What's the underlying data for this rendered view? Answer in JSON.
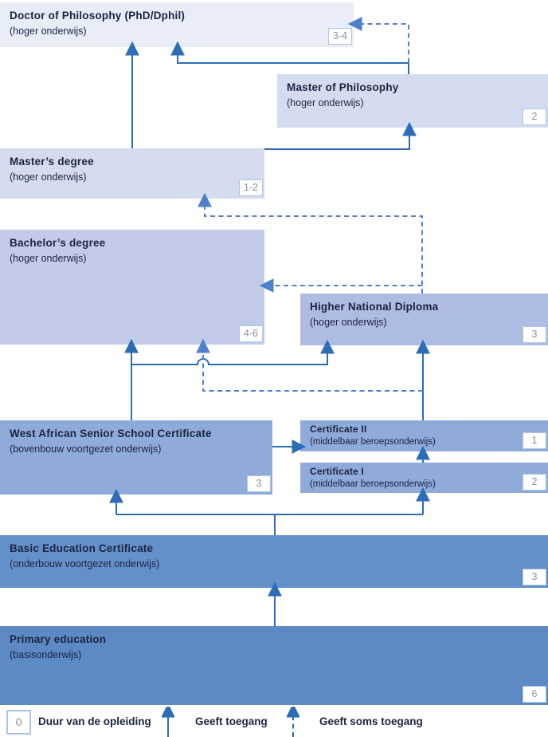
{
  "diagram": {
    "boxes": [
      {
        "id": "phd",
        "title": "Doctor of Philosophy (PhD/Dphil)",
        "subtitle": "(hoger onderwijs)",
        "duration": "3-4"
      },
      {
        "id": "mphil",
        "title": "Master of Philosophy",
        "subtitle": "(hoger onderwijs)",
        "duration": "2"
      },
      {
        "id": "masters",
        "title": "Master’s degree",
        "subtitle": "(hoger onderwijs)",
        "duration": "1-2"
      },
      {
        "id": "bachelors",
        "title": "Bachelor’s degree",
        "subtitle": "(hoger onderwijs)",
        "duration": "4-6"
      },
      {
        "id": "hnd",
        "title": "Higher National Diploma",
        "subtitle": "(hoger onderwijs)",
        "duration": "3"
      },
      {
        "id": "wassc",
        "title": "West African Senior School Certificate",
        "subtitle": "(bovenbouw voortgezet onderwijs)",
        "duration": "3"
      },
      {
        "id": "cert2",
        "title": "Certificate II",
        "subtitle": "(middelbaar beroepsonderwijs)",
        "duration": "1"
      },
      {
        "id": "cert1",
        "title": "Certificate I",
        "subtitle": "(middelbaar beroepsonderwijs)",
        "duration": "2"
      },
      {
        "id": "basic",
        "title": "Basic Education Certificate",
        "subtitle": "(onderbouw voortgezet onderwijs)",
        "duration": "3"
      },
      {
        "id": "primary",
        "title": "Primary education",
        "subtitle": "(basisonderwijs)",
        "duration": "6"
      }
    ],
    "connections": [
      {
        "from": "masters",
        "to": "phd",
        "type": "geeft toegang"
      },
      {
        "from": "mphil",
        "to": "phd",
        "type": "geeft toegang"
      },
      {
        "from": "masters",
        "to": "phd",
        "type": "geeft soms toegang"
      },
      {
        "from": "masters",
        "to": "mphil",
        "type": "geeft toegang"
      },
      {
        "from": "hnd",
        "to": "masters",
        "type": "geeft soms toegang"
      },
      {
        "from": "hnd",
        "to": "bachelors",
        "type": "geeft soms toegang"
      },
      {
        "from": "wassc",
        "to": "bachelors",
        "type": "geeft toegang"
      },
      {
        "from": "wassc",
        "to": "hnd",
        "type": "geeft toegang"
      },
      {
        "from": "cert2",
        "to": "hnd",
        "type": "geeft toegang"
      },
      {
        "from": "cert2",
        "to": "bachelors",
        "type": "geeft soms toegang"
      },
      {
        "from": "cert1",
        "to": "cert2",
        "type": "geeft toegang"
      },
      {
        "from": "wassc",
        "to": "cert2",
        "type": "geeft toegang"
      },
      {
        "from": "basic",
        "to": "wassc",
        "type": "geeft toegang"
      },
      {
        "from": "basic",
        "to": "cert1",
        "type": "geeft toegang"
      },
      {
        "from": "primary",
        "to": "basic",
        "type": "geeft toegang"
      }
    ],
    "colors": {
      "solid_arrow": "#2d6db6",
      "dashed_arrow": "#4f80cc",
      "phd": "#e9edf8",
      "mphil": "#d5dcf0",
      "masters": "#d5dcf0",
      "bachelors": "#c2cce9",
      "hnd": "#aebce3",
      "wassc": "#8fabd9",
      "cert2": "#8fabd9",
      "cert1": "#8fabd9",
      "basic": "#6490ca",
      "primary": "#5d89c5",
      "badge_border": "#aec6e3",
      "badge_text": "#8b929c",
      "box_text": "#1c2340"
    }
  },
  "legend": {
    "duration_badge": "0",
    "duration_label": "Duur van de opleiding",
    "solid_arrow_label": "Geeft toegang",
    "dashed_arrow_label": "Geeft soms toegang"
  }
}
